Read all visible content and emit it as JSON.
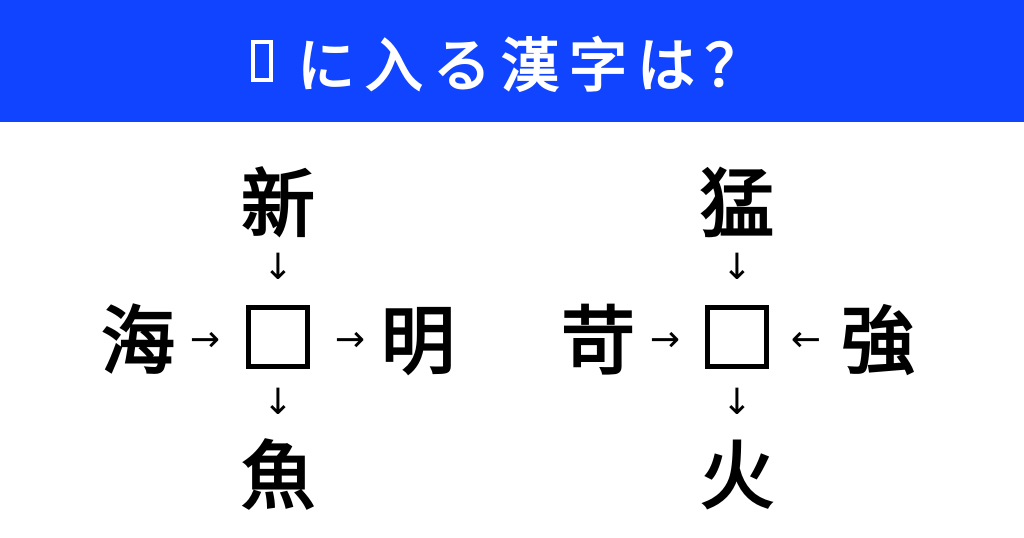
{
  "header": {
    "title": "に入る漢字は？",
    "title_prefix_icon": "blank-square-icon",
    "bg_color": "#1144ff"
  },
  "puzzles": [
    {
      "top": "新",
      "left": "海",
      "right": "明",
      "bottom": "魚",
      "arrows": {
        "top": "↓",
        "left": "→",
        "right": "→",
        "bottom": "↓"
      }
    },
    {
      "top": "猛",
      "left": "苛",
      "right": "強",
      "bottom": "火",
      "arrows": {
        "top": "↓",
        "left": "→",
        "right": "←",
        "bottom": "↓"
      }
    }
  ]
}
